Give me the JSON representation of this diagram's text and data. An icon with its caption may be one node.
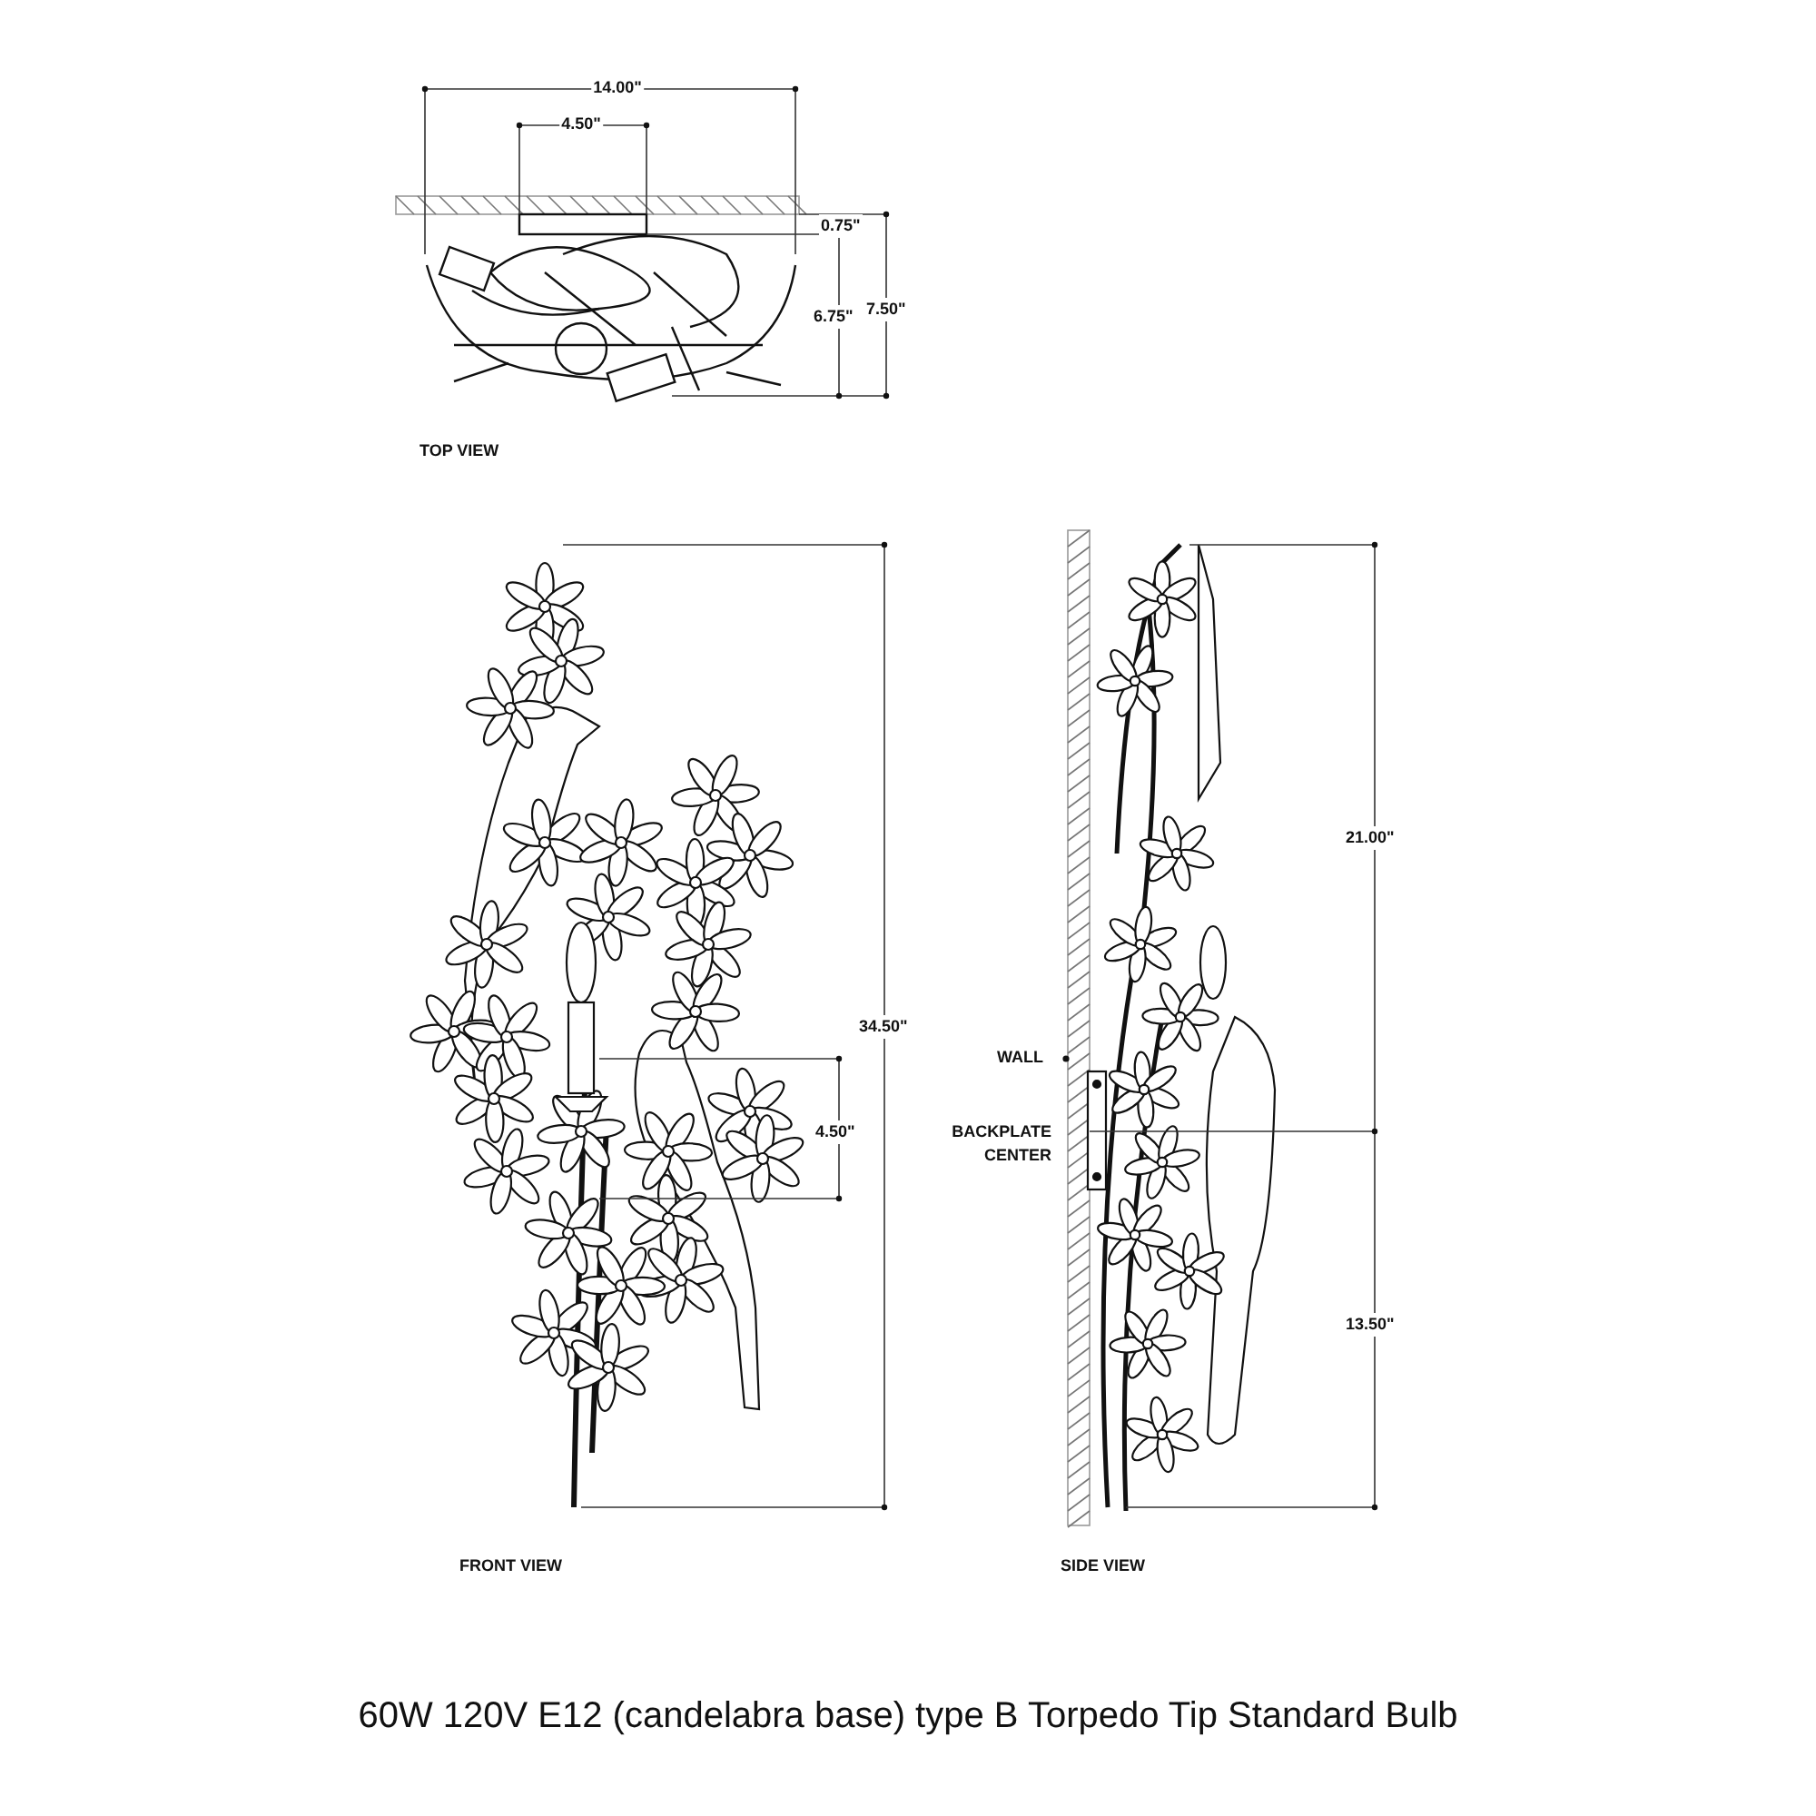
{
  "diagram": {
    "caption": "60W 120V E12 (candelabra base) type B Torpedo Tip Standard Bulb",
    "labels": [
      "14.00\"",
      "4.50\"",
      "0.75\"",
      "6.75\"",
      "7.50\"",
      "TOP VIEW",
      "34.50\"",
      "21.00\"",
      "WALL",
      "4.50\"",
      "BACKPLATE CENTER",
      "13.50\"",
      "FRONT VIEW",
      "SIDE VIEW"
    ]
  }
}
